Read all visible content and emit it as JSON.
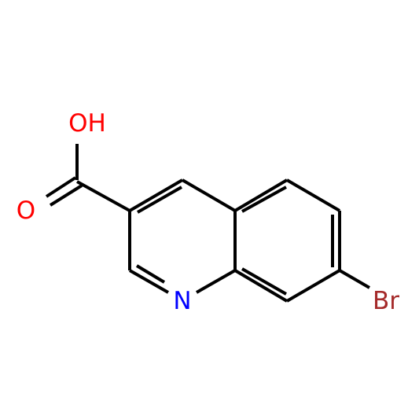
{
  "molecule": {
    "atoms": {
      "hydroxyl": {
        "label": "OH",
        "color": "#ff0000"
      },
      "carbonyl_oxygen": {
        "label": "O",
        "color": "#ff0000"
      },
      "ring_nitrogen": {
        "label": "N",
        "color": "#0000ff"
      },
      "bromine": {
        "label": "Br",
        "color": "#a52a2a"
      }
    },
    "bond_color": "#000000"
  }
}
